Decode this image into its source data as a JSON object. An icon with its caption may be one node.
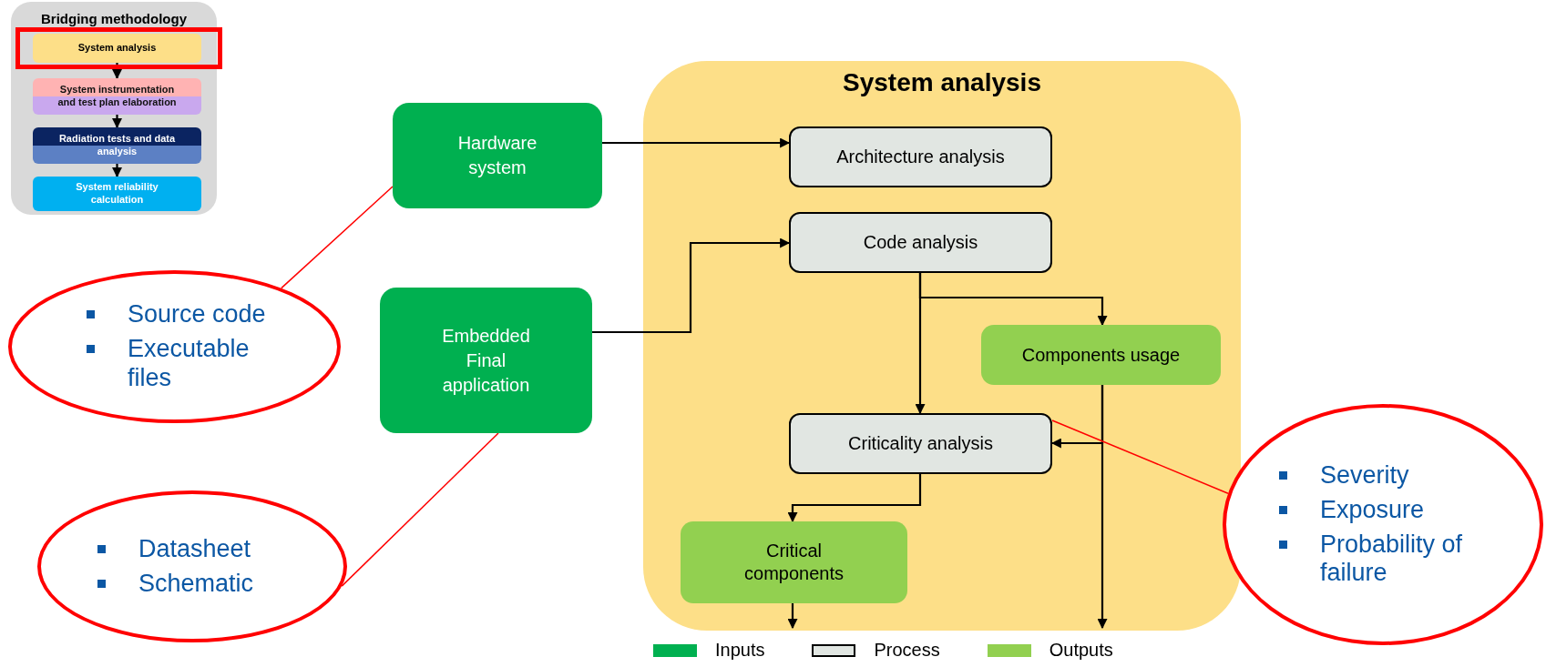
{
  "diagram": {
    "nodes": [
      {
        "text": [
          "Bridging methodology"
        ]
      },
      {
        "text": [
          "System analysis"
        ],
        "in": 0
      },
      {
        "text": [
          "System instrumentation and test plan elaboration"
        ],
        "in": 0
      },
      {
        "text": [
          "Radiation tests and data analysis"
        ],
        "in": 0
      },
      {
        "text": [
          "System reliability calculation"
        ],
        "in": 0
      },
      {
        "text": [
          "Hardware system"
        ]
      },
      {
        "text": [
          "Embedded Final application"
        ]
      },
      {
        "text": [
          "System analysis"
        ]
      },
      {
        "text": [
          "Architecture analysis"
        ],
        "in": 7
      },
      {
        "text": [
          "Code analysis"
        ],
        "in": 7
      },
      {
        "text": [
          "Components usage"
        ],
        "in": 7
      },
      {
        "text": [
          "Criticality analysis"
        ],
        "in": 7
      },
      {
        "text": [
          "Critical components"
        ],
        "in": 7
      },
      {
        "text": [
          "Source code",
          "Executable files"
        ]
      },
      {
        "text": [
          "Datasheet",
          "Schematic"
        ]
      },
      {
        "text": [
          "Severity",
          "Exposure",
          "Probability of failure"
        ]
      }
    ],
    "edges": [
      {
        "from": 1,
        "to": 2,
        "arrow": "to"
      },
      {
        "from": 2,
        "to": 3,
        "arrow": "to"
      },
      {
        "from": 3,
        "to": 4,
        "arrow": "to"
      },
      {
        "from": 5,
        "to": 8,
        "arrow": "to"
      },
      {
        "from": 6,
        "to": 9,
        "arrow": "to"
      },
      {
        "from": 9,
        "to": 11,
        "arrow": "to"
      },
      {
        "from": 9,
        "to": 10,
        "arrow": "to"
      },
      {
        "from": 10,
        "to": 11,
        "arrow": "to"
      },
      {
        "from": 10,
        "to": null,
        "arrow": "to"
      },
      {
        "from": 11,
        "to": 12,
        "arrow": "to"
      },
      {
        "from": 12,
        "to": null,
        "arrow": "to"
      },
      {
        "from": 13,
        "to": 5,
        "arrow": "none",
        "color": "#ff0000"
      },
      {
        "from": 14,
        "to": 6,
        "arrow": "none",
        "color": "#ff0000"
      },
      {
        "from": 15,
        "to": 11,
        "arrow": "none",
        "color": "#ff0000"
      }
    ],
    "legend": [
      {
        "text": "Inputs",
        "color": "#00b050"
      },
      {
        "text": "Process"
      },
      {
        "text": "Outputs",
        "color": "#92d050"
      }
    ]
  }
}
